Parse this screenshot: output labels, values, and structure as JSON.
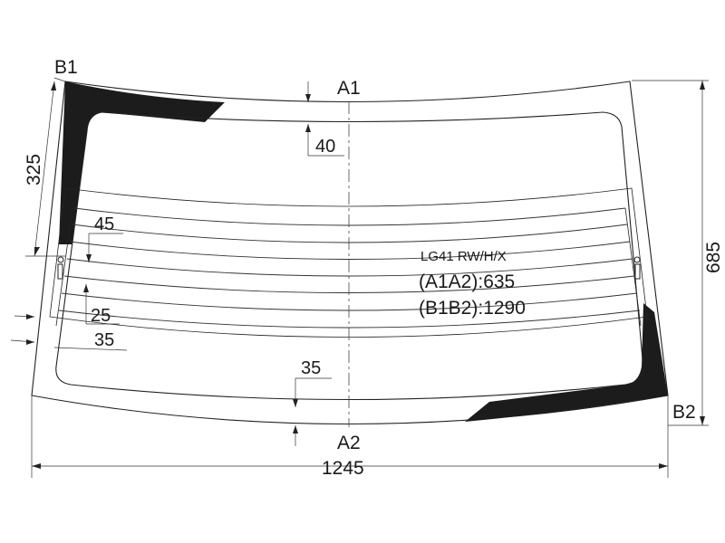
{
  "markers": {
    "b1": "B1",
    "b2": "B2",
    "a1": "A1",
    "a2": "A2"
  },
  "dimensions": {
    "top_offset": "40",
    "left_height": "325",
    "right_height": "685",
    "heater_top_gap": "45",
    "heater_side_gap": "25",
    "heater_bottom_gap": "35",
    "bottom_offset": "35",
    "overall_width": "1245"
  },
  "part_info": {
    "code": "LG41 RW/H/X",
    "a1a2": "(A1A2):635",
    "b1b2": "(B1B2):1290"
  },
  "colors": {
    "frit": "#1c1c1c",
    "line": "#222222",
    "background": "#ffffff"
  }
}
